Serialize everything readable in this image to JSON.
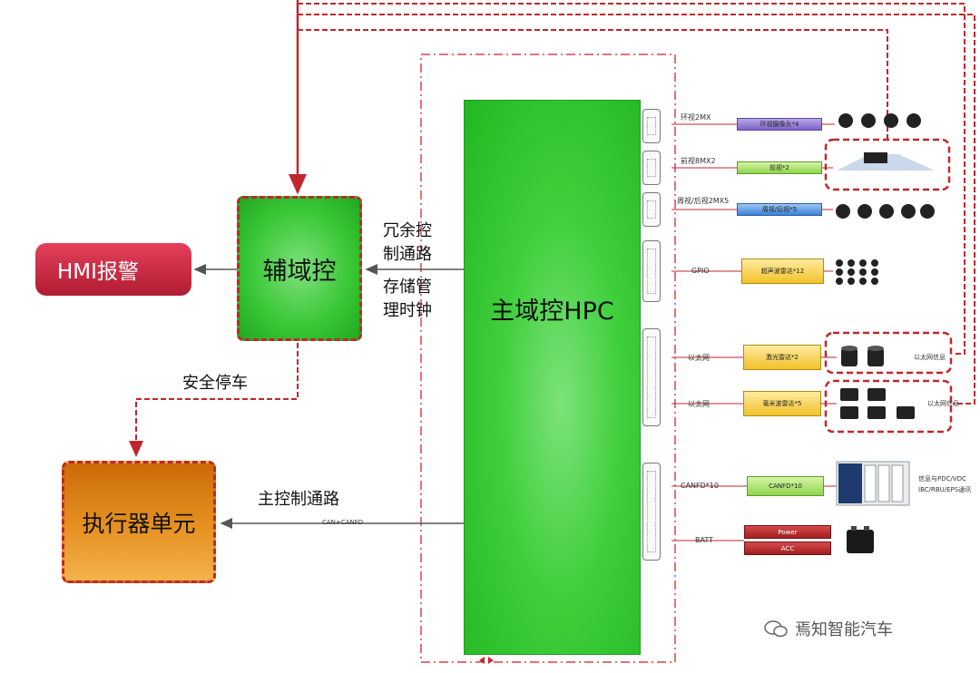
{
  "blocks": {
    "hpc": "主域控HPC",
    "aux": "辅域控",
    "hmi": "HMI报警",
    "actuator": "执行器单元"
  },
  "labels": {
    "redundant": [
      "冗余控",
      "制通路"
    ],
    "storage": [
      "存储管",
      "理时钟"
    ],
    "safe_stop": "安全停车",
    "main_path": "主控制通路",
    "can_bus": "CAN+CANFD"
  },
  "interfaces": {
    "surround": "环视2MX",
    "front": "前视8MX2",
    "side_rear": "周视/后视2MX5",
    "gpio": "GPIO",
    "eth1": "以太网",
    "eth2": "以太网",
    "canfd": "CANFD*10",
    "batt": "BATT"
  },
  "sensors": {
    "surround_cam": "环视摄像头*4",
    "front_cam": "前视*2",
    "side_cam": "周视/后视*5",
    "ultrasonic": "超声波雷达*12",
    "lidar": "激光雷达*2",
    "radar": "毫米波雷达*5",
    "canfd_box": "CANFD*10",
    "power": "Power",
    "acc": "ACC"
  },
  "notes": {
    "eth_lidar": "以太网信息",
    "eth_radar": "以太网信息",
    "comm": [
      "信息与PDC/VDC",
      "IBC/RBU/EPS通讯"
    ]
  },
  "watermark": "焉知智能汽车",
  "colors": {
    "red_line": "#c0272d",
    "green": "#39c736",
    "orange": "#e69221",
    "hmi": "#c8243c"
  }
}
